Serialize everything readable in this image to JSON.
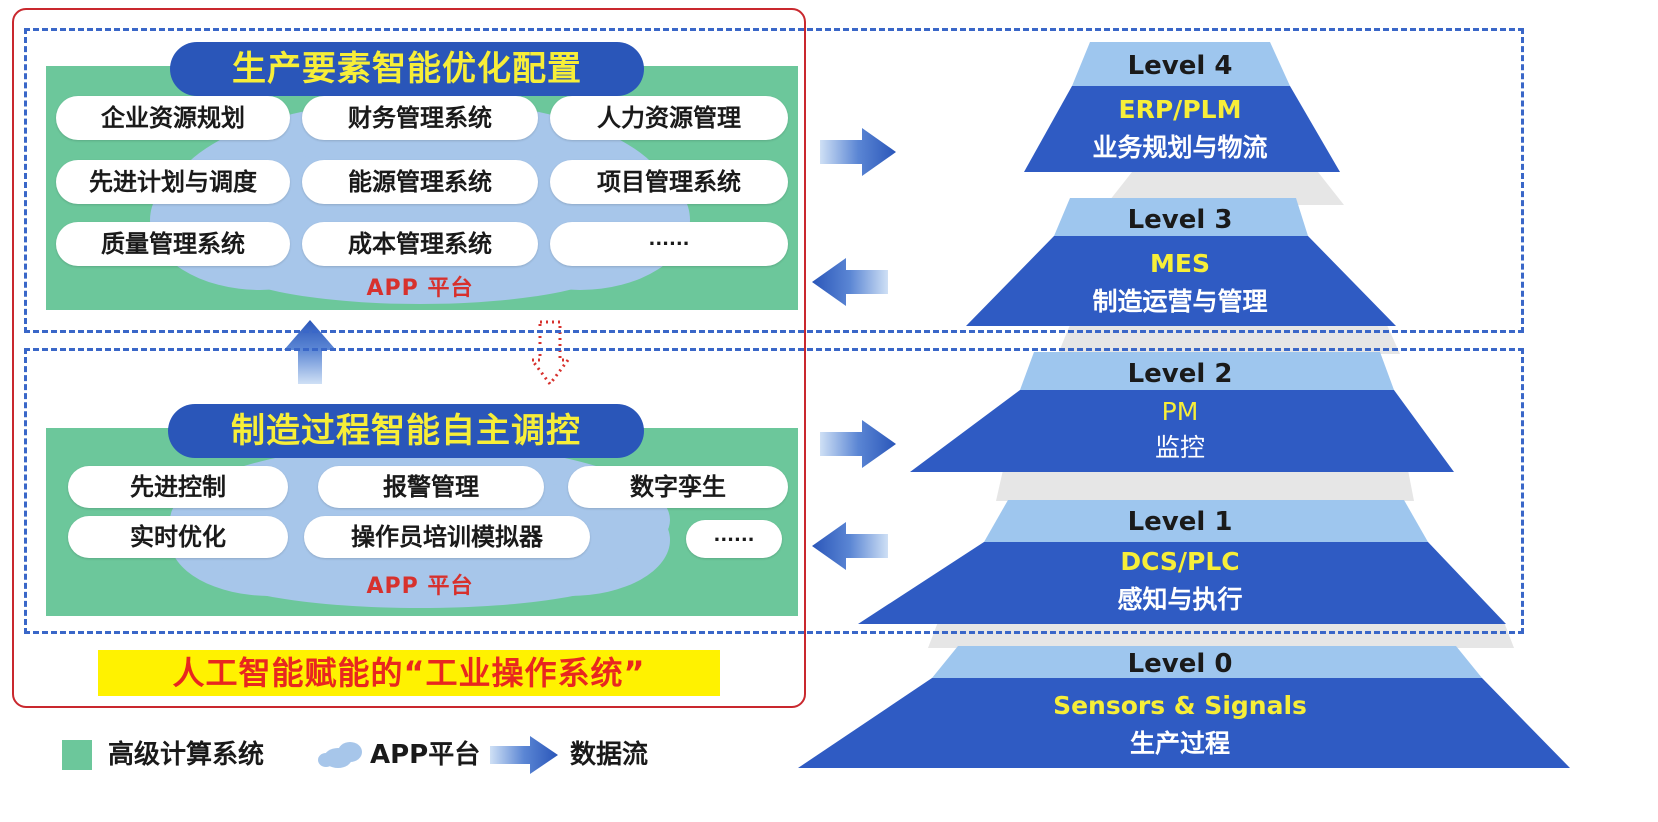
{
  "left": {
    "top_title": "生产要素智能优化配置",
    "top_modules": [
      "企业资源规划",
      "财务管理系统",
      "人力资源管理",
      "先进计划与调度",
      "能源管理系统",
      "项目管理系统",
      "质量管理系统",
      "成本管理系统",
      "......"
    ],
    "top_app_label": "APP 平台",
    "bottom_title": "制造过程智能自主调控",
    "bottom_modules": [
      "先进控制",
      "报警管理",
      "数字孪生",
      "实时优化",
      "操作员培训模拟器",
      "......"
    ],
    "bottom_app_label": "APP 平台",
    "banner": "人工智能赋能的“工业操作系统”"
  },
  "legend": {
    "green_label": "高级计算系统",
    "app_label": "APP平台",
    "flow_label": "数据流"
  },
  "pyramid": [
    {
      "level": "Level 4",
      "system": "ERP/PLM",
      "desc": "业务规划与物流"
    },
    {
      "level": "Level 3",
      "system": "MES",
      "desc": "制造运营与管理"
    },
    {
      "level": "Level 2",
      "system": "PM",
      "desc": "监控"
    },
    {
      "level": "Level 1",
      "system": "DCS/PLC",
      "desc": "感知与执行"
    },
    {
      "level": "Level 0",
      "system": "Sensors & Signals",
      "desc": "生产过程"
    }
  ],
  "colors": {
    "green_panel": "#6cc79b",
    "title_blue": "#2a56b9",
    "title_yellow": "#f7ee38",
    "frame_red": "#c9282e",
    "banner_yellow": "#fff200",
    "pyramid_dark": "#2f5bc3",
    "pyramid_light": "#9ec6ee",
    "connector_gray": "#e6e6e6"
  },
  "icons": {
    "flow_arrow": "right-arrow-icon",
    "cycle_arrow": "dotted-cycle-arrow-icon",
    "cloud": "cloud-icon"
  }
}
